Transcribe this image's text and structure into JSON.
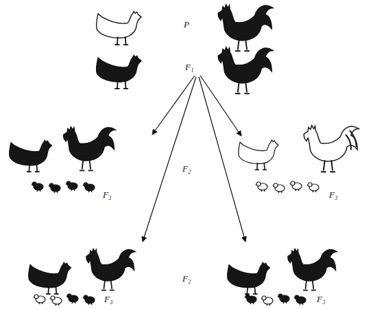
{
  "diagram": {
    "labels": [
      "P",
      "F₁",
      "F₂",
      "F₃",
      "F₃",
      "F₂",
      "F₃",
      "F₃"
    ]
  }
}
